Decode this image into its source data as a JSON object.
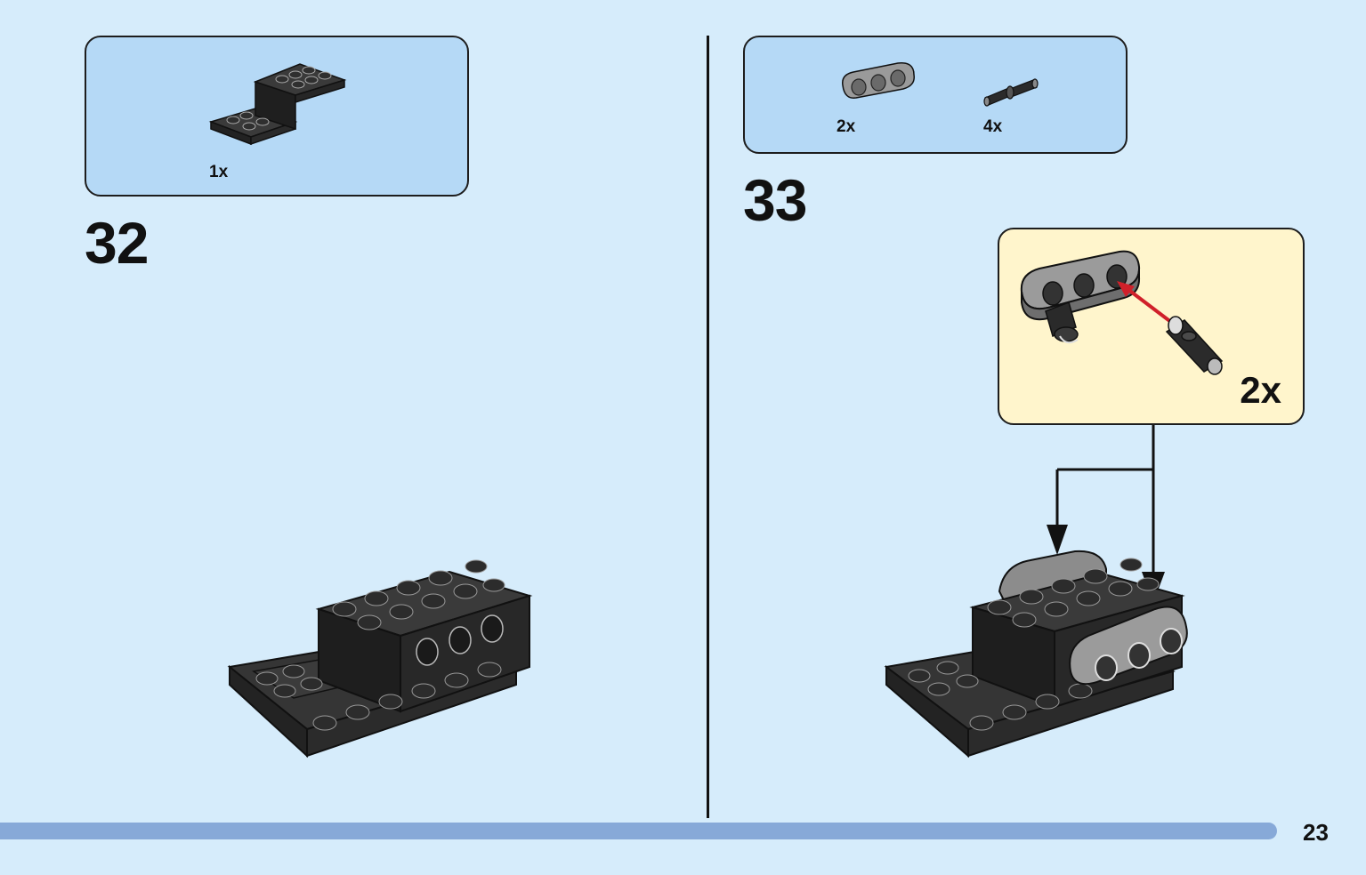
{
  "step32": {
    "number": "32",
    "parts": [
      {
        "qty": "1x",
        "icon": "black-bracket-plate-icon"
      }
    ]
  },
  "step33": {
    "number": "33",
    "parts": [
      {
        "qty": "2x",
        "icon": "gray-technic-beam-3-icon"
      },
      {
        "qty": "4x",
        "icon": "black-technic-pin-icon"
      }
    ],
    "subassembly": {
      "multiplier": "2x"
    }
  },
  "page": {
    "number": "23"
  },
  "colors": {
    "background": "#d6ecfb",
    "parts_box": "#b5d9f6",
    "subassembly_box": "#fff5cc",
    "progress_bar": "#87a9d8",
    "arrow_red": "#d0202a",
    "brick_black": "#2b2b2b",
    "beam_gray": "#9a9a9a"
  }
}
